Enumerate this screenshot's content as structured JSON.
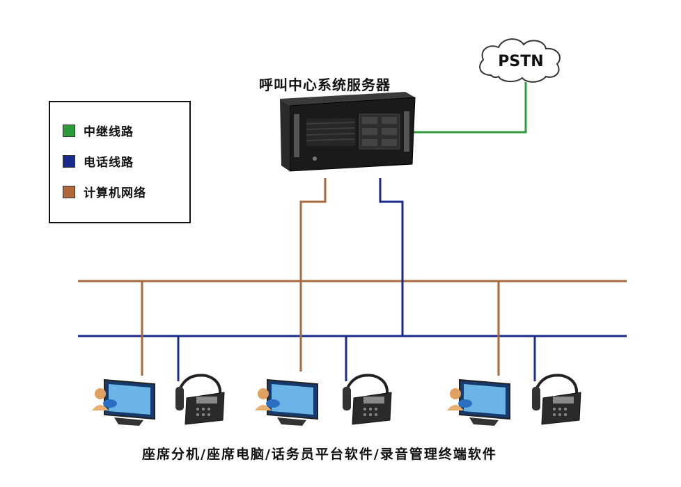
{
  "title": "呼叫中心系统服务器",
  "cloud_label": "PSTN",
  "legend": [
    {
      "label": "中继线路",
      "color": "#2e9b3a"
    },
    {
      "label": "电话线路",
      "color": "#1a2a8a"
    },
    {
      "label": "计算机网络",
      "color": "#b0683a"
    }
  ],
  "caption": "座席分机/座席电脑/话务员平台软件/录音管理终端软件",
  "colors": {
    "trunk": "#2e9b3a",
    "phone": "#1a2a8a",
    "network": "#a86a3c"
  }
}
